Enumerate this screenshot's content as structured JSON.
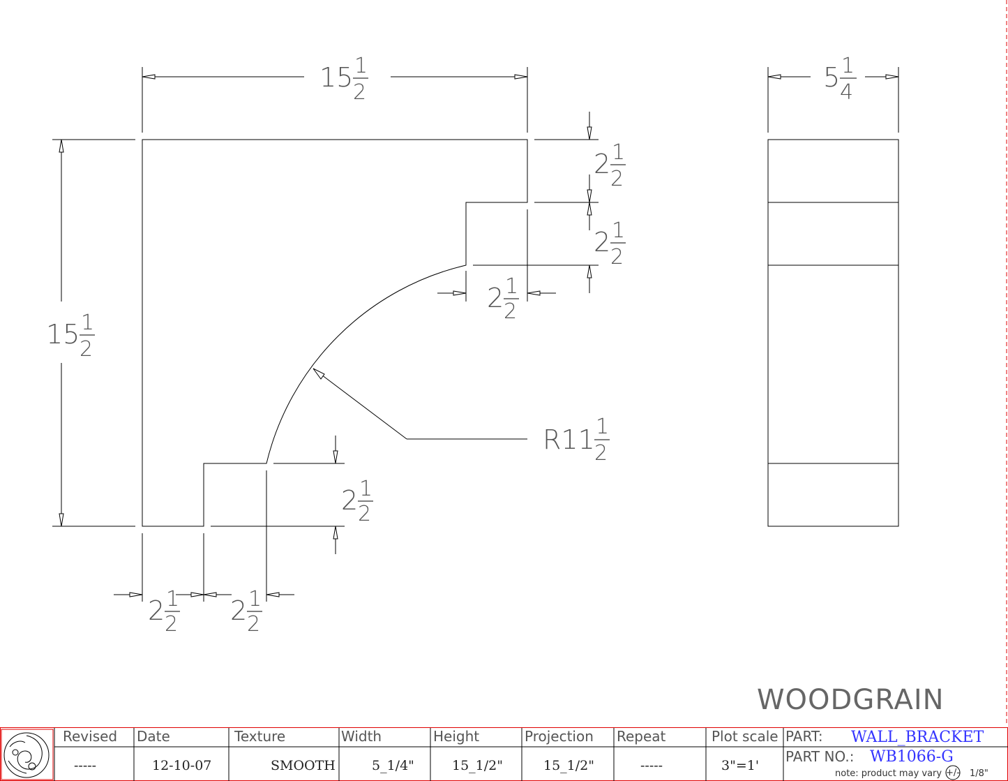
{
  "dimensions": {
    "overall_width": {
      "whole": "15",
      "num": "1",
      "den": "2"
    },
    "side_width": {
      "whole": "5",
      "num": "1",
      "den": "4"
    },
    "overall_height": {
      "whole": "15",
      "num": "1",
      "den": "2"
    },
    "top_step": {
      "whole": "2",
      "num": "1",
      "den": "2"
    },
    "second_step": {
      "whole": "2",
      "num": "1",
      "den": "2"
    },
    "right_step_width": {
      "whole": "2",
      "num": "1",
      "den": "2"
    },
    "radius": {
      "prefix": "R11",
      "num": "1",
      "den": "2"
    },
    "bottom_step_height": {
      "whole": "2",
      "num": "1",
      "den": "2"
    },
    "bottom_left_width": {
      "whole": "2",
      "num": "1",
      "den": "2"
    },
    "bottom_mid_width": {
      "whole": "2",
      "num": "1",
      "den": "2"
    }
  },
  "material_label": "WOODGRAIN",
  "title_block": {
    "headers": {
      "revised": "Revised",
      "date": "Date",
      "texture": "Texture",
      "width": "Width",
      "height": "Height",
      "projection": "Projection",
      "repeat": "Repeat",
      "plot_scale": "Plot scale"
    },
    "values": {
      "revised": "-----",
      "date": "12-10-07",
      "texture": "SMOOTH",
      "width": "5_1/4\"",
      "height": "15_1/2\"",
      "projection": "15_1/2\"",
      "repeat": "-----",
      "plot_scale": "3\"=1'"
    },
    "part_label": "PART:",
    "part_value": "WALL_BRACKET",
    "part_no_label": "PART NO.:",
    "part_no_value": "WB1066-G",
    "note_prefix": "note: product may vary",
    "note_symbol": "+/-",
    "note_suffix": "1/8\""
  }
}
